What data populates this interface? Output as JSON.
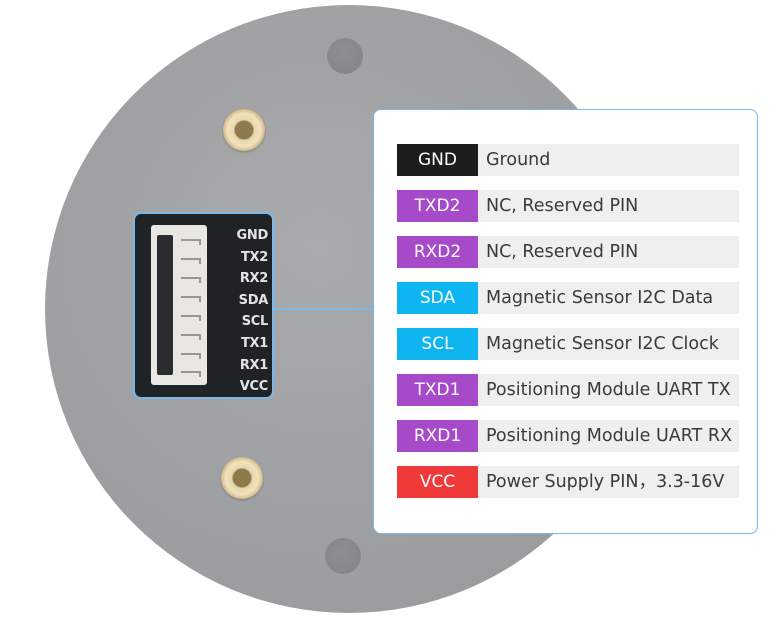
{
  "board": {
    "connector_pins": [
      "GND",
      "TX2",
      "RX2",
      "SDA",
      "SCL",
      "TX1",
      "RX1",
      "VCC"
    ]
  },
  "legend": {
    "rows": [
      {
        "pin": "GND",
        "description": "Ground",
        "color": "#1d1d1d"
      },
      {
        "pin": "TXD2",
        "description": "NC, Reserved PIN",
        "color": "#a64ac9"
      },
      {
        "pin": "RXD2",
        "description": "NC, Reserved PIN",
        "color": "#a64ac9"
      },
      {
        "pin": "SDA",
        "description": "Magnetic Sensor I2C Data",
        "color": "#0fb5f0"
      },
      {
        "pin": "SCL",
        "description": "Magnetic Sensor I2C Clock",
        "color": "#0fb5f0"
      },
      {
        "pin": "TXD1",
        "description": "Positioning Module UART TX",
        "color": "#a64ac9"
      },
      {
        "pin": "RXD1",
        "description": "Positioning Module UART RX",
        "color": "#a64ac9"
      },
      {
        "pin": "VCC",
        "description": "Power Supply PIN，3.3-16V",
        "color": "#f03a3a"
      }
    ]
  },
  "colors": {
    "board": "#a3a4a6",
    "accent_border": "#7ab8ea",
    "description_background": "#efefef"
  }
}
